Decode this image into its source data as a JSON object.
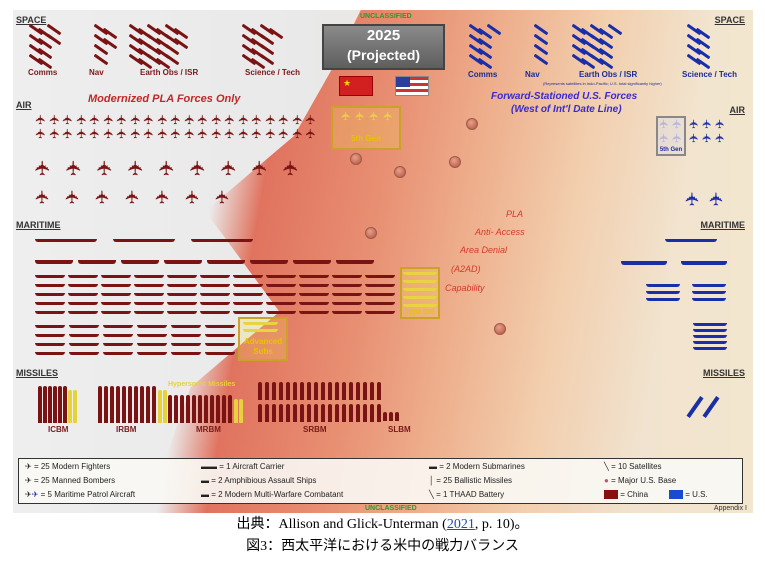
{
  "header": {
    "classification_top": "UNCLASSIFIED",
    "year": "2025",
    "projected": "(Projected)",
    "classification_bottom": "UNCLASSIFIED",
    "appendix": "Appendix I"
  },
  "sections": {
    "space_left": "SPACE",
    "space_right": "SPACE",
    "air_left": "AIR",
    "air_right": "AIR",
    "maritime_left": "MARITIME",
    "maritime_right": "MARITIME",
    "missiles_left": "MISSILES",
    "missiles_right": "MISSILES"
  },
  "space": {
    "china_groups": [
      {
        "label": "Comms",
        "count": 10
      },
      {
        "label": "Nav",
        "count": 6
      },
      {
        "label": "Earth Obs / ISR",
        "count": 22
      },
      {
        "label": "Science / Tech",
        "count": 13
      }
    ],
    "us_groups": [
      {
        "label": "Comms",
        "count": 9
      },
      {
        "label": "Nav",
        "count": 4
      },
      {
        "label": "Earth Obs / ISR",
        "count": 17
      },
      {
        "label": "Science / Tech",
        "count": 8
      }
    ],
    "us_note": "(Represents satellites in Indo-Pacific; U.S. total significantly higher)"
  },
  "titles": {
    "china": "Modernized PLA Forces Only",
    "us_line1": "Forward-Stationed U.S. Forces",
    "us_line2": "(West of Int'l Date Line)"
  },
  "air": {
    "china_fighters": 42,
    "china_bombers": 9,
    "china_patrol": 7,
    "fifth_gen_label": "5th Gen",
    "us_fighters": 6,
    "us_fifth_gen": 4,
    "us_patrol": 2
  },
  "maritime": {
    "china_carriers": 3,
    "china_amphib": 8,
    "china_combatant_cols": 11,
    "china_sub_cols": 6,
    "type055_label": "Type 055",
    "adv_subs_label": "Advanced Subs"
  },
  "missiles": {
    "hypersonic_label": "Hypersonic Missiles",
    "groups": [
      {
        "label": "ICBM"
      },
      {
        "label": "IRBM"
      },
      {
        "label": "MRBM"
      },
      {
        "label": "SRBM"
      },
      {
        "label": "SLBM"
      }
    ]
  },
  "a2ad": [
    "PLA",
    "Anti- Access",
    "Area Denial",
    "(A2AD)",
    "Capability"
  ],
  "legend": [
    "= 25 Modern Fighters",
    "= 25 Manned Bombers",
    "= 5 Maritime Patrol Aircraft",
    "= 1 Aircraft Carrier",
    "= 2 Amphibious Assault Ships",
    "= 2 Modern Multi-Warfare Combatant",
    "= 2 Modern Submarines",
    "= 25 Ballistic Missiles",
    "= 1 THAAD Battery",
    "= 10 Satellites",
    "= Major U.S. Base",
    "= China",
    "= U.S."
  ],
  "caption": {
    "source_prefix": "出典：Allison and Glick-Unterman (",
    "source_year": "2021",
    "source_suffix": ", p. 10)。",
    "title": "図3：西太平洋における米中の戦力バランス"
  },
  "colors": {
    "china": "#7a1414",
    "us": "#1a2ea8",
    "highlight": "#e6d23a"
  }
}
